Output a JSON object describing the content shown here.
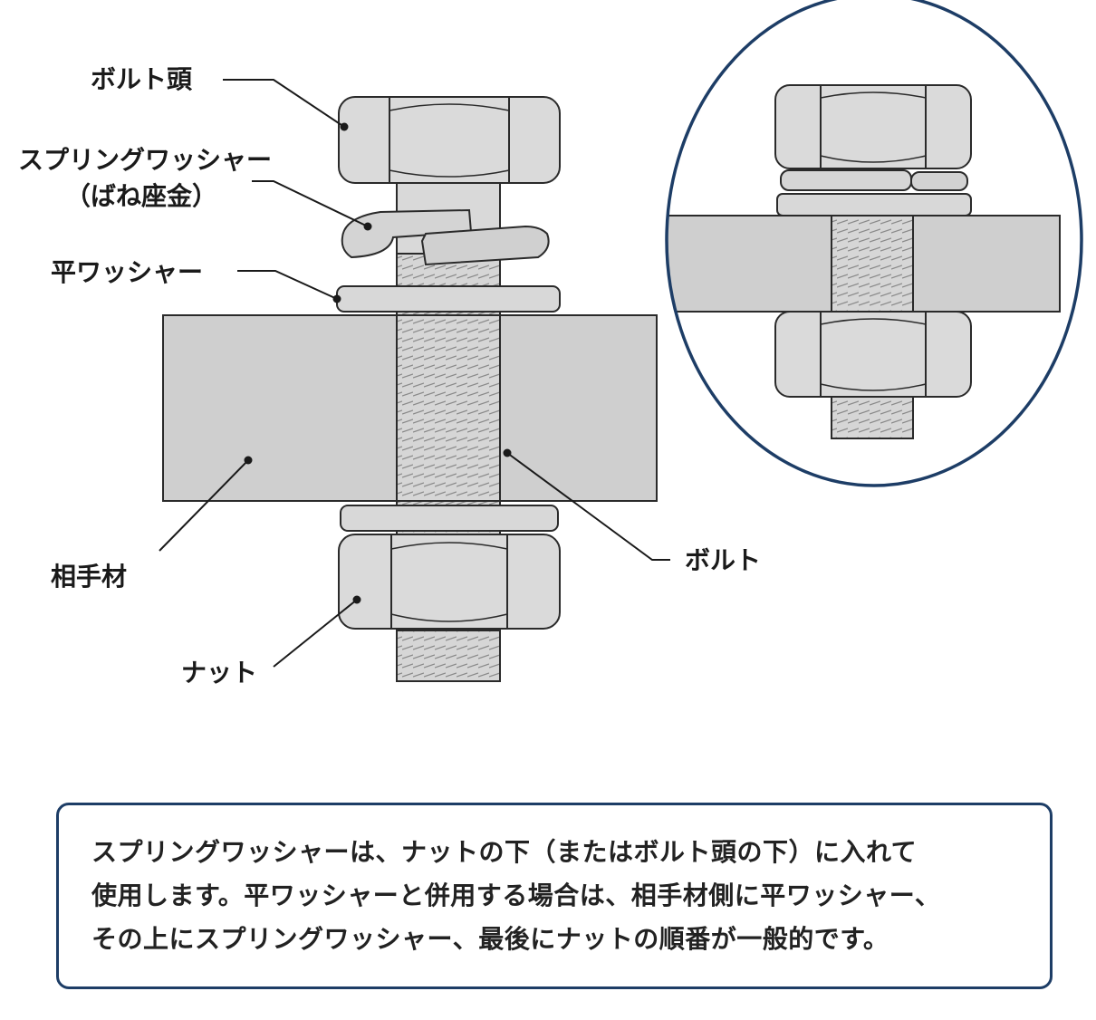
{
  "labels": {
    "bolt_head": "ボルト頭",
    "spring_washer": "スプリングワッシャー",
    "spring_washer_alias": "（ばね座金）",
    "flat_washer": "平ワッシャー",
    "mating_member": "相手材",
    "nut": "ナット",
    "bolt": "ボルト"
  },
  "note": {
    "lines": [
      "スプリングワッシャーは、ナットの下（またはボルト頭の下）に入れて",
      "使用します。平ワッシャーと併用する場合は、相手材側に平ワッシャー、",
      "その上にスプリングワッシャー、最後にナットの順番が一般的です。"
    ]
  },
  "colors": {
    "part_fill": "#d8d8d8",
    "plate_fill": "#cfcfcf",
    "outline": "#2a2a2a",
    "circle_border": "#1d3d66",
    "note_border": "#1d3d66"
  }
}
